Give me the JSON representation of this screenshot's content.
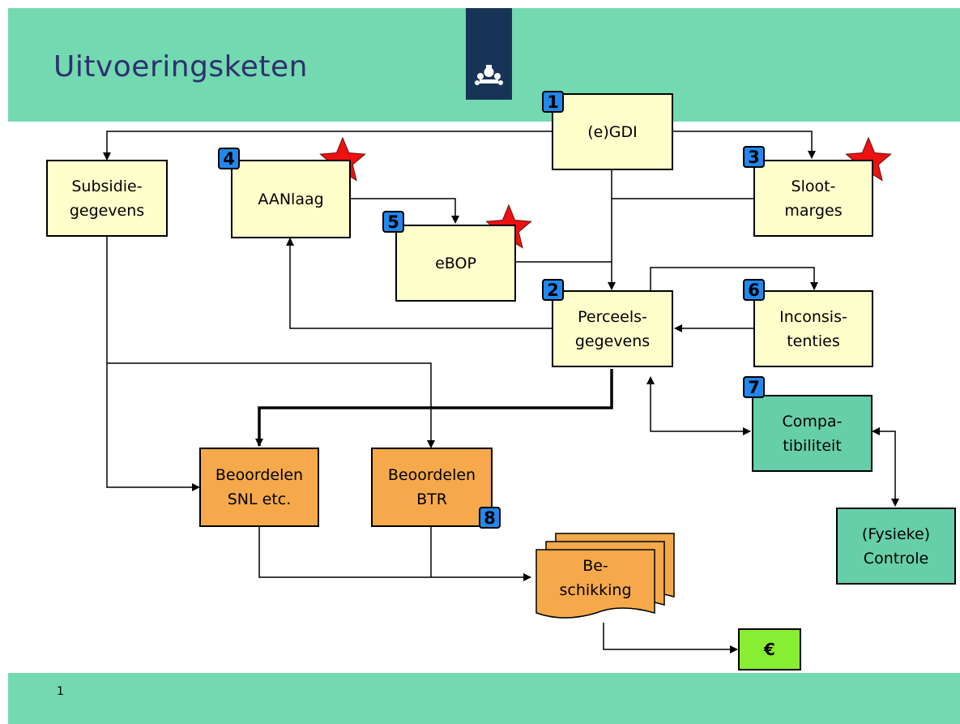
{
  "header": {
    "title": "Uitvoeringsketen"
  },
  "footer": {
    "slide_number": "1"
  },
  "boxes": {
    "egdi": "(e)GDI",
    "subsidie": "Subsidie-\ngegevens",
    "aanlaag": "AANlaag",
    "ebop": "eBOP",
    "sloot": "Sloot-\nmarges",
    "perceel": "Perceels-\ngegevens",
    "incons": "Inconsis-\ntenties",
    "compat": "Compa-\ntibiliteit",
    "beoordelen_snl": "Beoordelen\nSNL etc.",
    "beoordelen_btr": "Beoordelen\nBTR",
    "fysieke": "(Fysieke)\nControle",
    "beschikking": "Be-\nschikking",
    "euro": "€"
  },
  "badges": {
    "b1": "1",
    "b2": "2",
    "b3": "3",
    "b4": "4",
    "b5": "5",
    "b6": "6",
    "b7": "7",
    "b8": "8"
  },
  "colors": {
    "header_band": "#73d9b0",
    "box_yellow": "#ffffcc",
    "box_orange": "#f5a94a",
    "box_teal": "#66cfa9",
    "badge_blue": "#2288ee",
    "star_red": "#ee1111",
    "euro_green": "#88ee33"
  }
}
